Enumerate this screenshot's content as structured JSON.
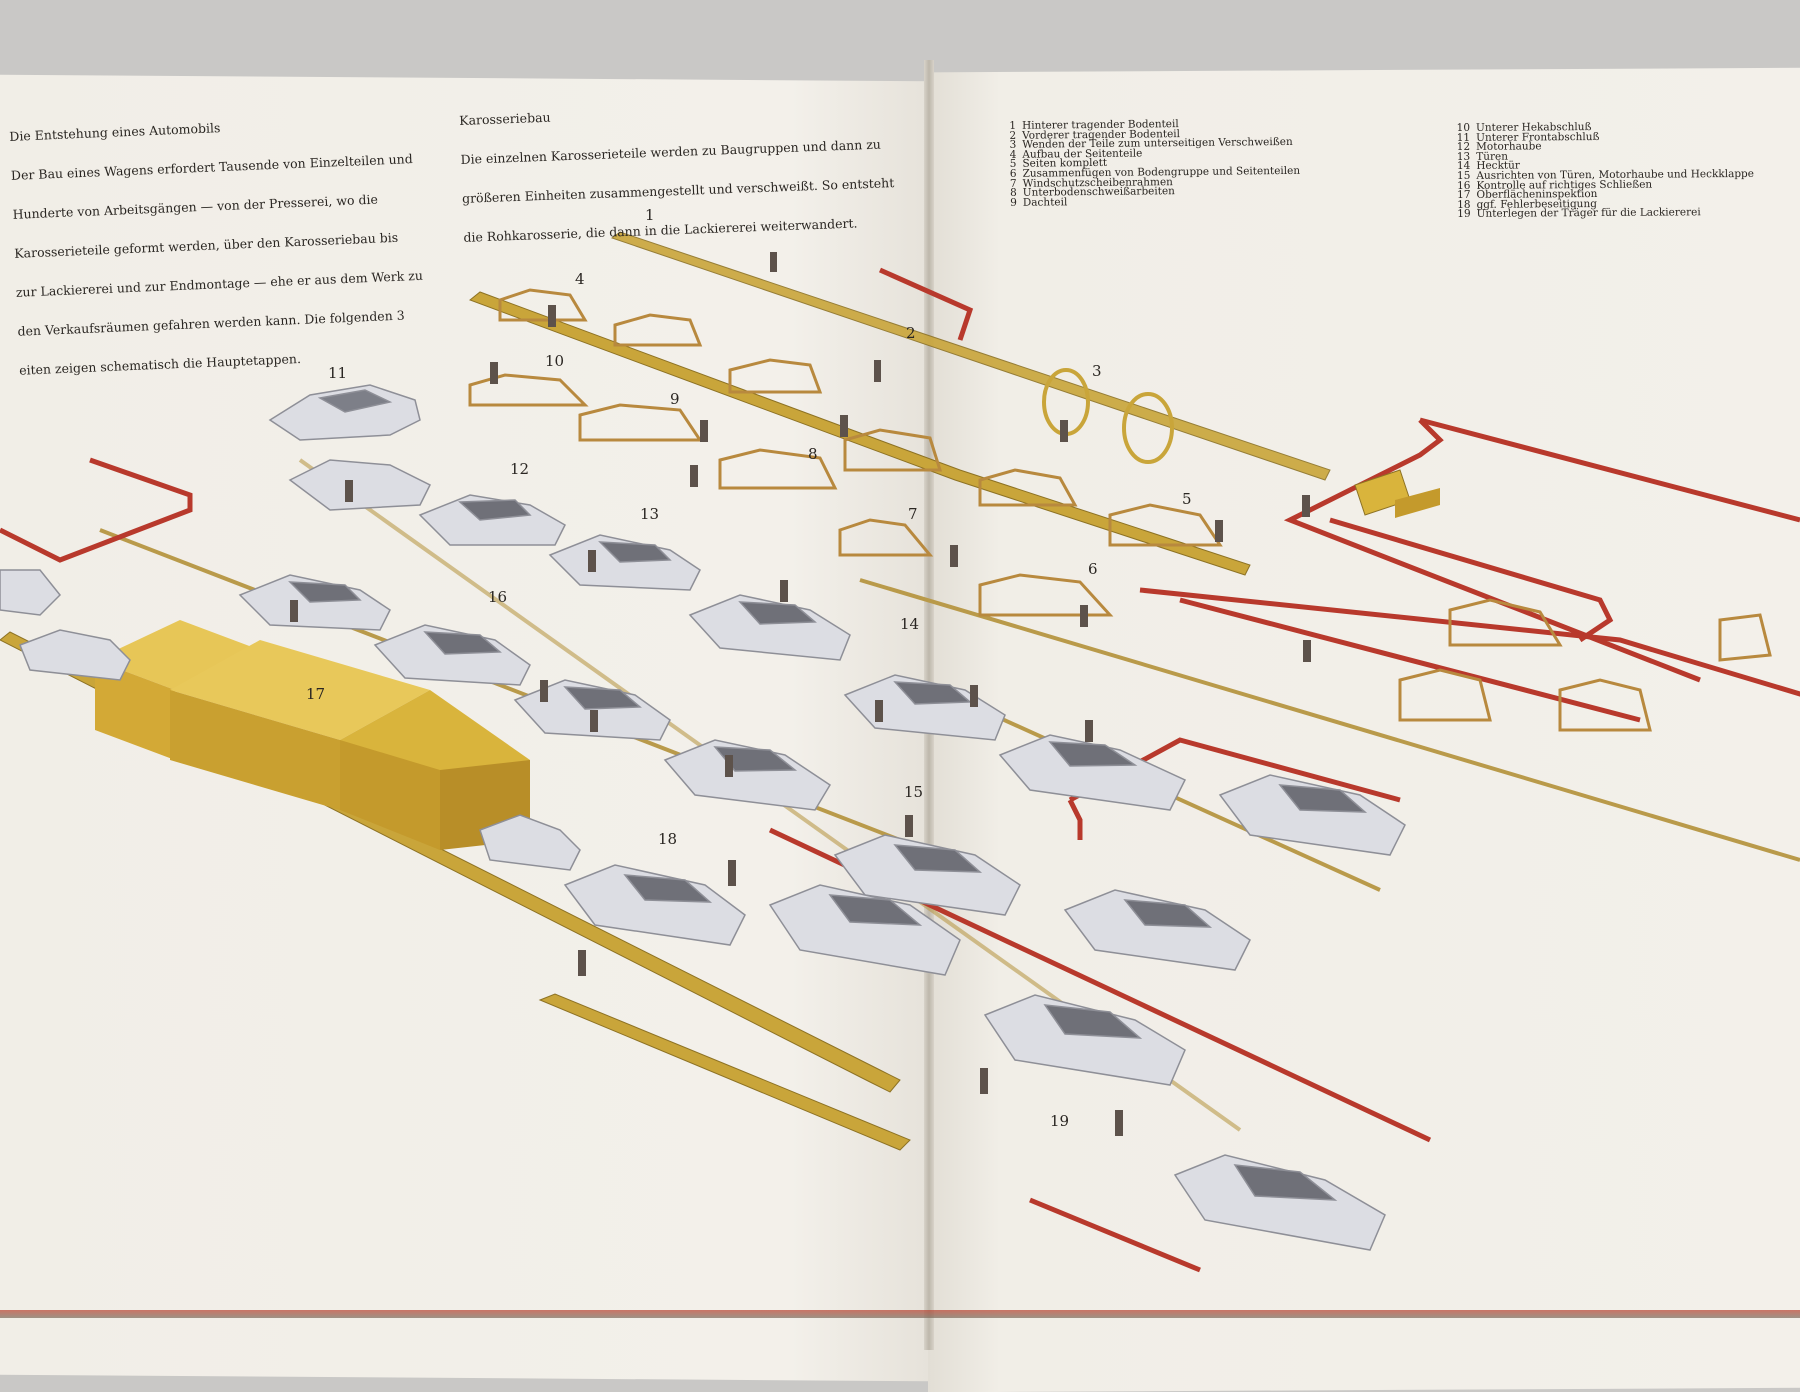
{
  "intro": {
    "lines": [
      "Die Entstehung eines Automobils",
      "Der Bau eines Wagens erfordert Tausende von Einzelteilen und",
      "Hunderte von Arbeitsgängen — von der Presserei, wo die",
      "Karosserieteile geformt werden, über den Karosseriebau bis",
      "zur Lackiererei und zur Endmontage — ehe er aus dem Werk zu",
      "den Verkaufsräumen gefahren werden kann. Die folgenden 3",
      "eiten zeigen schematisch die Hauptetappen."
    ]
  },
  "karosseriebau": {
    "lines": [
      "Karosseriebau",
      "Die einzelnen Karosserieteile werden zu Baugruppen und dann zu",
      "größeren Einheiten zusammengestellt und verschweißt. So entsteht",
      "die Rohkarosserie, die dann in die Lackiererei weiterwandert."
    ]
  },
  "legend_left": [
    {
      "n": "1",
      "t": "Hinterer tragender Bodenteil"
    },
    {
      "n": "2",
      "t": "Vorderer tragender Bodenteil"
    },
    {
      "n": "3",
      "t": "Wenden der Teile zum unterseitigen Verschweißen"
    },
    {
      "n": "4",
      "t": "Aufbau der Seitenteile"
    },
    {
      "n": "5",
      "t": "Seiten komplett"
    },
    {
      "n": "6",
      "t": "Zusammenfügen von Bodengruppe und Seitenteilen"
    },
    {
      "n": "7",
      "t": "Windschutzscheibenrahmen"
    },
    {
      "n": "8",
      "t": "Unterbodenschweißarbeiten"
    },
    {
      "n": "9",
      "t": "Dachteil"
    }
  ],
  "legend_right": [
    {
      "n": "10",
      "t": "Unterer Hekabschluß"
    },
    {
      "n": "11",
      "t": "Unterer Frontabschluß"
    },
    {
      "n": "12",
      "t": "Motorhaube"
    },
    {
      "n": "13",
      "t": "Türen"
    },
    {
      "n": "14",
      "t": "Hecktür"
    },
    {
      "n": "15",
      "t": "Ausrichten von Türen, Motorhaube und Heckklappe"
    },
    {
      "n": "16",
      "t": "Kontrolle auf richtiges Schließen"
    },
    {
      "n": "17",
      "t": "Oberflächeninspektion"
    },
    {
      "n": "18",
      "t": "ggf. Fehlerbeseitigung"
    },
    {
      "n": "19",
      "t": "Unterlegen der Träger für die Lackiererei"
    }
  ],
  "steps": {
    "s1": "1",
    "s2": "2",
    "s3": "3",
    "s4": "4",
    "s5": "5",
    "s6": "6",
    "s7": "7",
    "s8": "8",
    "s9": "9",
    "s10": "10",
    "s11": "11",
    "s12": "12",
    "s13": "13",
    "s14": "14",
    "s15": "15",
    "s16": "16",
    "s17": "17",
    "s18": "18",
    "s19": "19"
  },
  "colors": {
    "conveyor": "#c9a53a",
    "overhead_rail": "#b8392c",
    "inspection_box": "#d9b43c",
    "car_body": "#dcdde3"
  }
}
